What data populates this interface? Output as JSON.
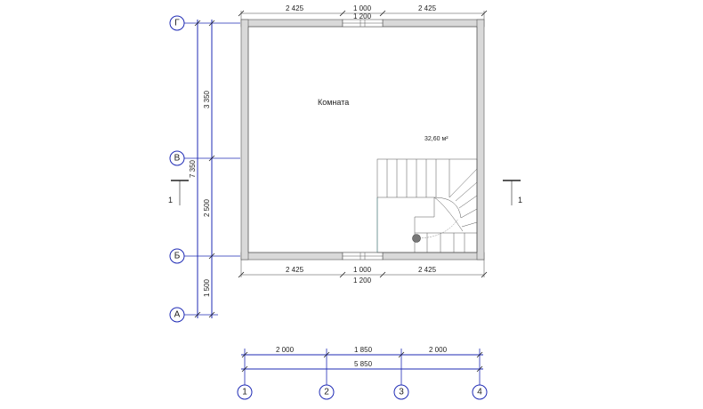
{
  "axes": {
    "rows": [
      {
        "label": "Г"
      },
      {
        "label": "В"
      },
      {
        "label": "Б"
      },
      {
        "label": "А"
      }
    ],
    "cols": [
      {
        "label": "1"
      },
      {
        "label": "2"
      },
      {
        "label": "3"
      },
      {
        "label": "4"
      }
    ]
  },
  "dims": {
    "top_left": "2 425",
    "top_mid": "1 000",
    "top_mid_outer": "1 200",
    "top_right": "2 425",
    "bottom_left": "2 425",
    "bottom_mid": "1 000",
    "bottom_mid_outer": "1 200",
    "bottom_right": "2 425",
    "left_seg1": "3 350",
    "left_seg2": "2 500",
    "left_seg3": "1 500",
    "left_total": "7 350",
    "col_seg1": "2 000",
    "col_seg2": "1 850",
    "col_seg3": "2 000",
    "col_total": "5 850"
  },
  "room": {
    "name": "Комната",
    "area": "32,60 м²"
  },
  "section": {
    "left_label": "1",
    "right_label": "1"
  }
}
